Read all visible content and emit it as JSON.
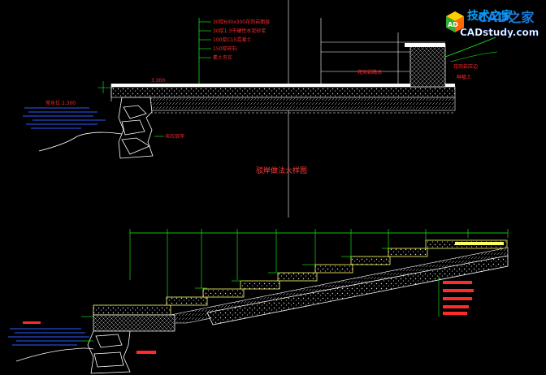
{
  "watermark": {
    "brand_cn": "技术之家",
    "cad_text": "CAD之家",
    "site": "CADstudy.com",
    "logo_letters": "AD"
  },
  "top_section": {
    "layer_notes": [
      "30厚600x300花岗岩面层",
      "30厚1:3干硬性水泥砂浆",
      "100厚C15混凝土",
      "150厚碎石",
      "素土夯实"
    ],
    "elevation": "3.300",
    "water_level": "常水位 2.300",
    "note_stone_wall": "块石驳岸",
    "note_curb": "花岗岩路沿",
    "note_edge": "花岗岩压边",
    "note_soil": "种植土",
    "title": "驳岸做法大样图"
  },
  "bottom_section": {},
  "colors": {
    "background": "#000000",
    "structure": "#ffffff",
    "dimension": "#19ff19",
    "annotation": "#ff2a2a",
    "water": "#2b5cff",
    "paving": "#ffff66"
  }
}
